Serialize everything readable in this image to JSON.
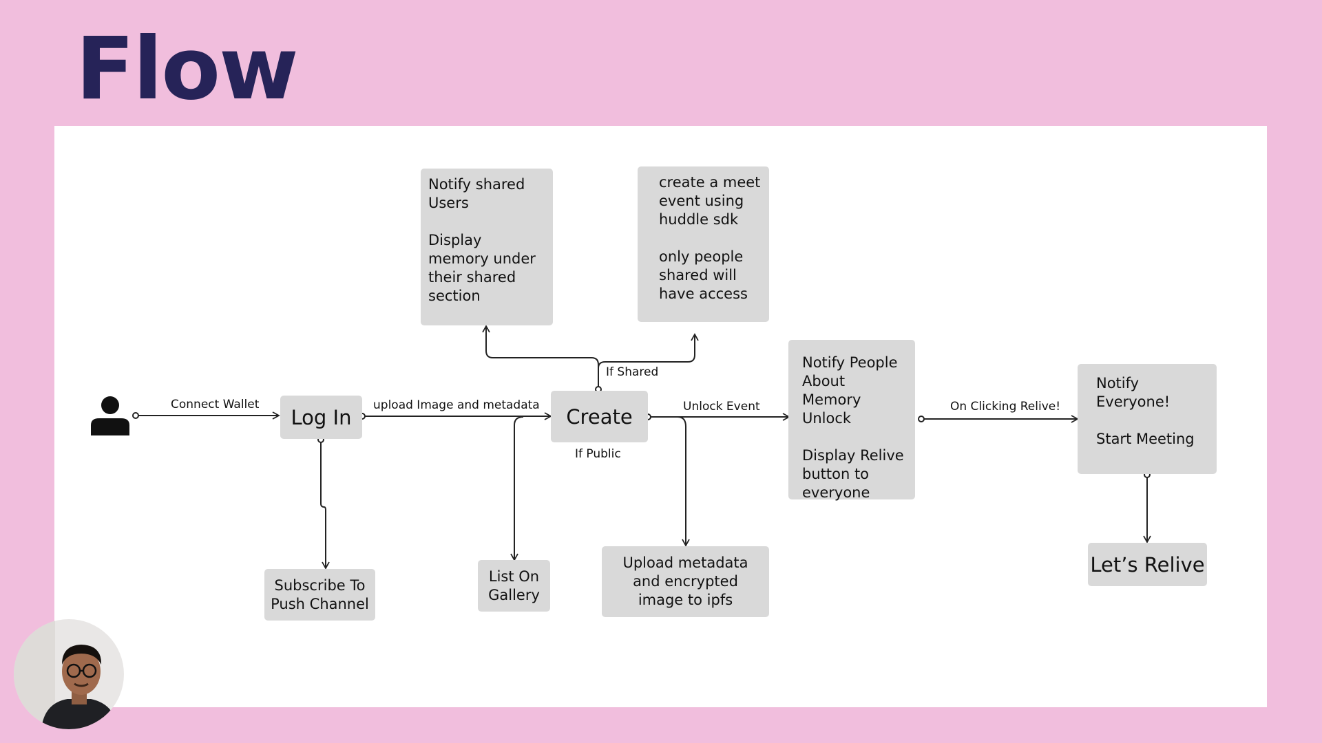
{
  "slide": {
    "title": "Flow"
  },
  "nodes": {
    "log_in": "Log In",
    "create": "Create",
    "subscribe_push": "Subscribe To\nPush Channel",
    "list_gallery": "List On\nGallery",
    "upload_ipfs": "Upload metadata\nand encrypted\nimage to ipfs",
    "notify_shared": "Notify shared\nUsers\n\nDisplay\nmemory under\ntheir shared\nsection",
    "create_meet": "create a meet\nevent using\nhuddle sdk\n\nonly people\nshared will\nhave access",
    "notify_unlock": "Notify People\nAbout Memory\nUnlock\n\nDisplay Relive\nbutton to\neveryone",
    "notify_everyone": "Notify\nEveryone!\n\nStart Meeting",
    "lets_relive": "Let’s Relive"
  },
  "edges": {
    "connect_wallet": "Connect Wallet",
    "upload_image": "upload Image and metadata",
    "if_shared": "If Shared",
    "if_public": "If Public",
    "unlock_event": "Unlock Event",
    "on_clicking_relive": "On Clicking Relive!"
  },
  "icons": {
    "user": "user-icon",
    "presenter": "presenter-avatar"
  },
  "colors": {
    "background": "#f1bedd",
    "title": "#262358",
    "canvas": "#ffffff",
    "node_fill": "#d9d9d9",
    "line": "#222222"
  }
}
